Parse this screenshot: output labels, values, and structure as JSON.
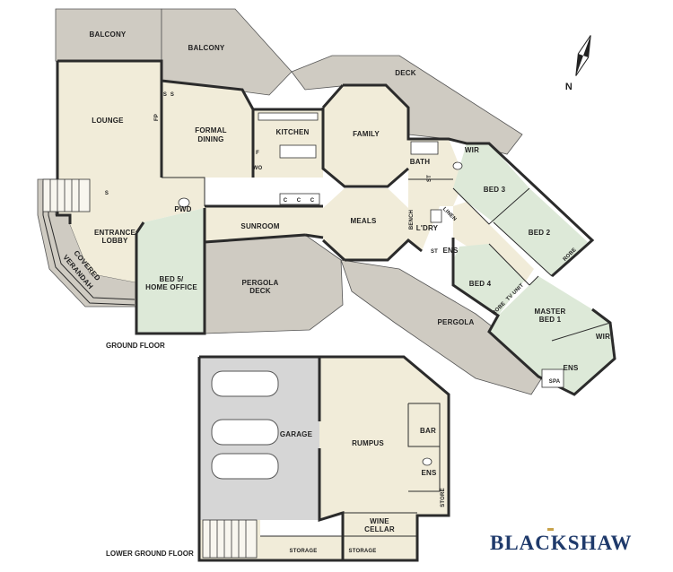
{
  "plan": {
    "ground_floor_title": "GROUND FLOOR",
    "lower_floor_title": "LOWER GROUND FLOOR",
    "compass_label": "N",
    "brand": "BLACKSHAW",
    "colors": {
      "outdoor": "#cfcbc2",
      "interior": "#f1ecd9",
      "bedroom": "#dde9d8",
      "garage": "#d6d6d6",
      "wall": "#2b2b2b",
      "brand": "#1f3a6b",
      "brand_accent": "#c7a24a"
    },
    "ground_rooms": {
      "balcony_1": "BALCONY",
      "balcony_2": "BALCONY",
      "deck": "DECK",
      "lounge": "LOUNGE",
      "formal_dining_1": "FORMAL",
      "formal_dining_2": "DINING",
      "kitchen": "KITCHEN",
      "family": "FAMILY",
      "bath": "BATH",
      "wir_1": "WIR",
      "bed_3": "BED 3",
      "bed_2": "BED 2",
      "robe_1": "ROBE",
      "pwd": "PWD",
      "entrance_1": "ENTRANCE",
      "entrance_2": "LOBBY",
      "covered_1": "COVERED",
      "covered_2": "VERANDAH",
      "sunroom": "SUNROOM",
      "meals": "MEALS",
      "bench": "BENCH",
      "ldry": "L'DRY",
      "linen": "LINEN",
      "ens_1": "ENS",
      "bed_4": "BED 4",
      "robe_2": "ROBE",
      "tv_unit": "TV UNIT",
      "bed5_1": "BED 5/",
      "bed5_2": "HOME OFFICE",
      "pergola_deck_1": "PERGOLA",
      "pergola_deck_2": "DECK",
      "pergola": "PERGOLA",
      "master_1": "MASTER",
      "master_2": "BED 1",
      "wir_2": "WIR",
      "ens_2": "ENS",
      "spa": "SPA",
      "fp": "FP",
      "s1": "S",
      "s2": "S",
      "s3": "S",
      "f": "F",
      "wo": "WO",
      "st1": "ST",
      "st2": "ST",
      "c1": "C",
      "c2": "C",
      "c3": "C"
    },
    "lower_rooms": {
      "garage": "GARAGE",
      "rumpus": "RUMPUS",
      "bar": "BAR",
      "ens": "ENS",
      "store": "STORE",
      "wine_1": "WINE",
      "wine_2": "CELLAR",
      "storage_1": "STORAGE",
      "storage_2": "STORAGE"
    }
  }
}
